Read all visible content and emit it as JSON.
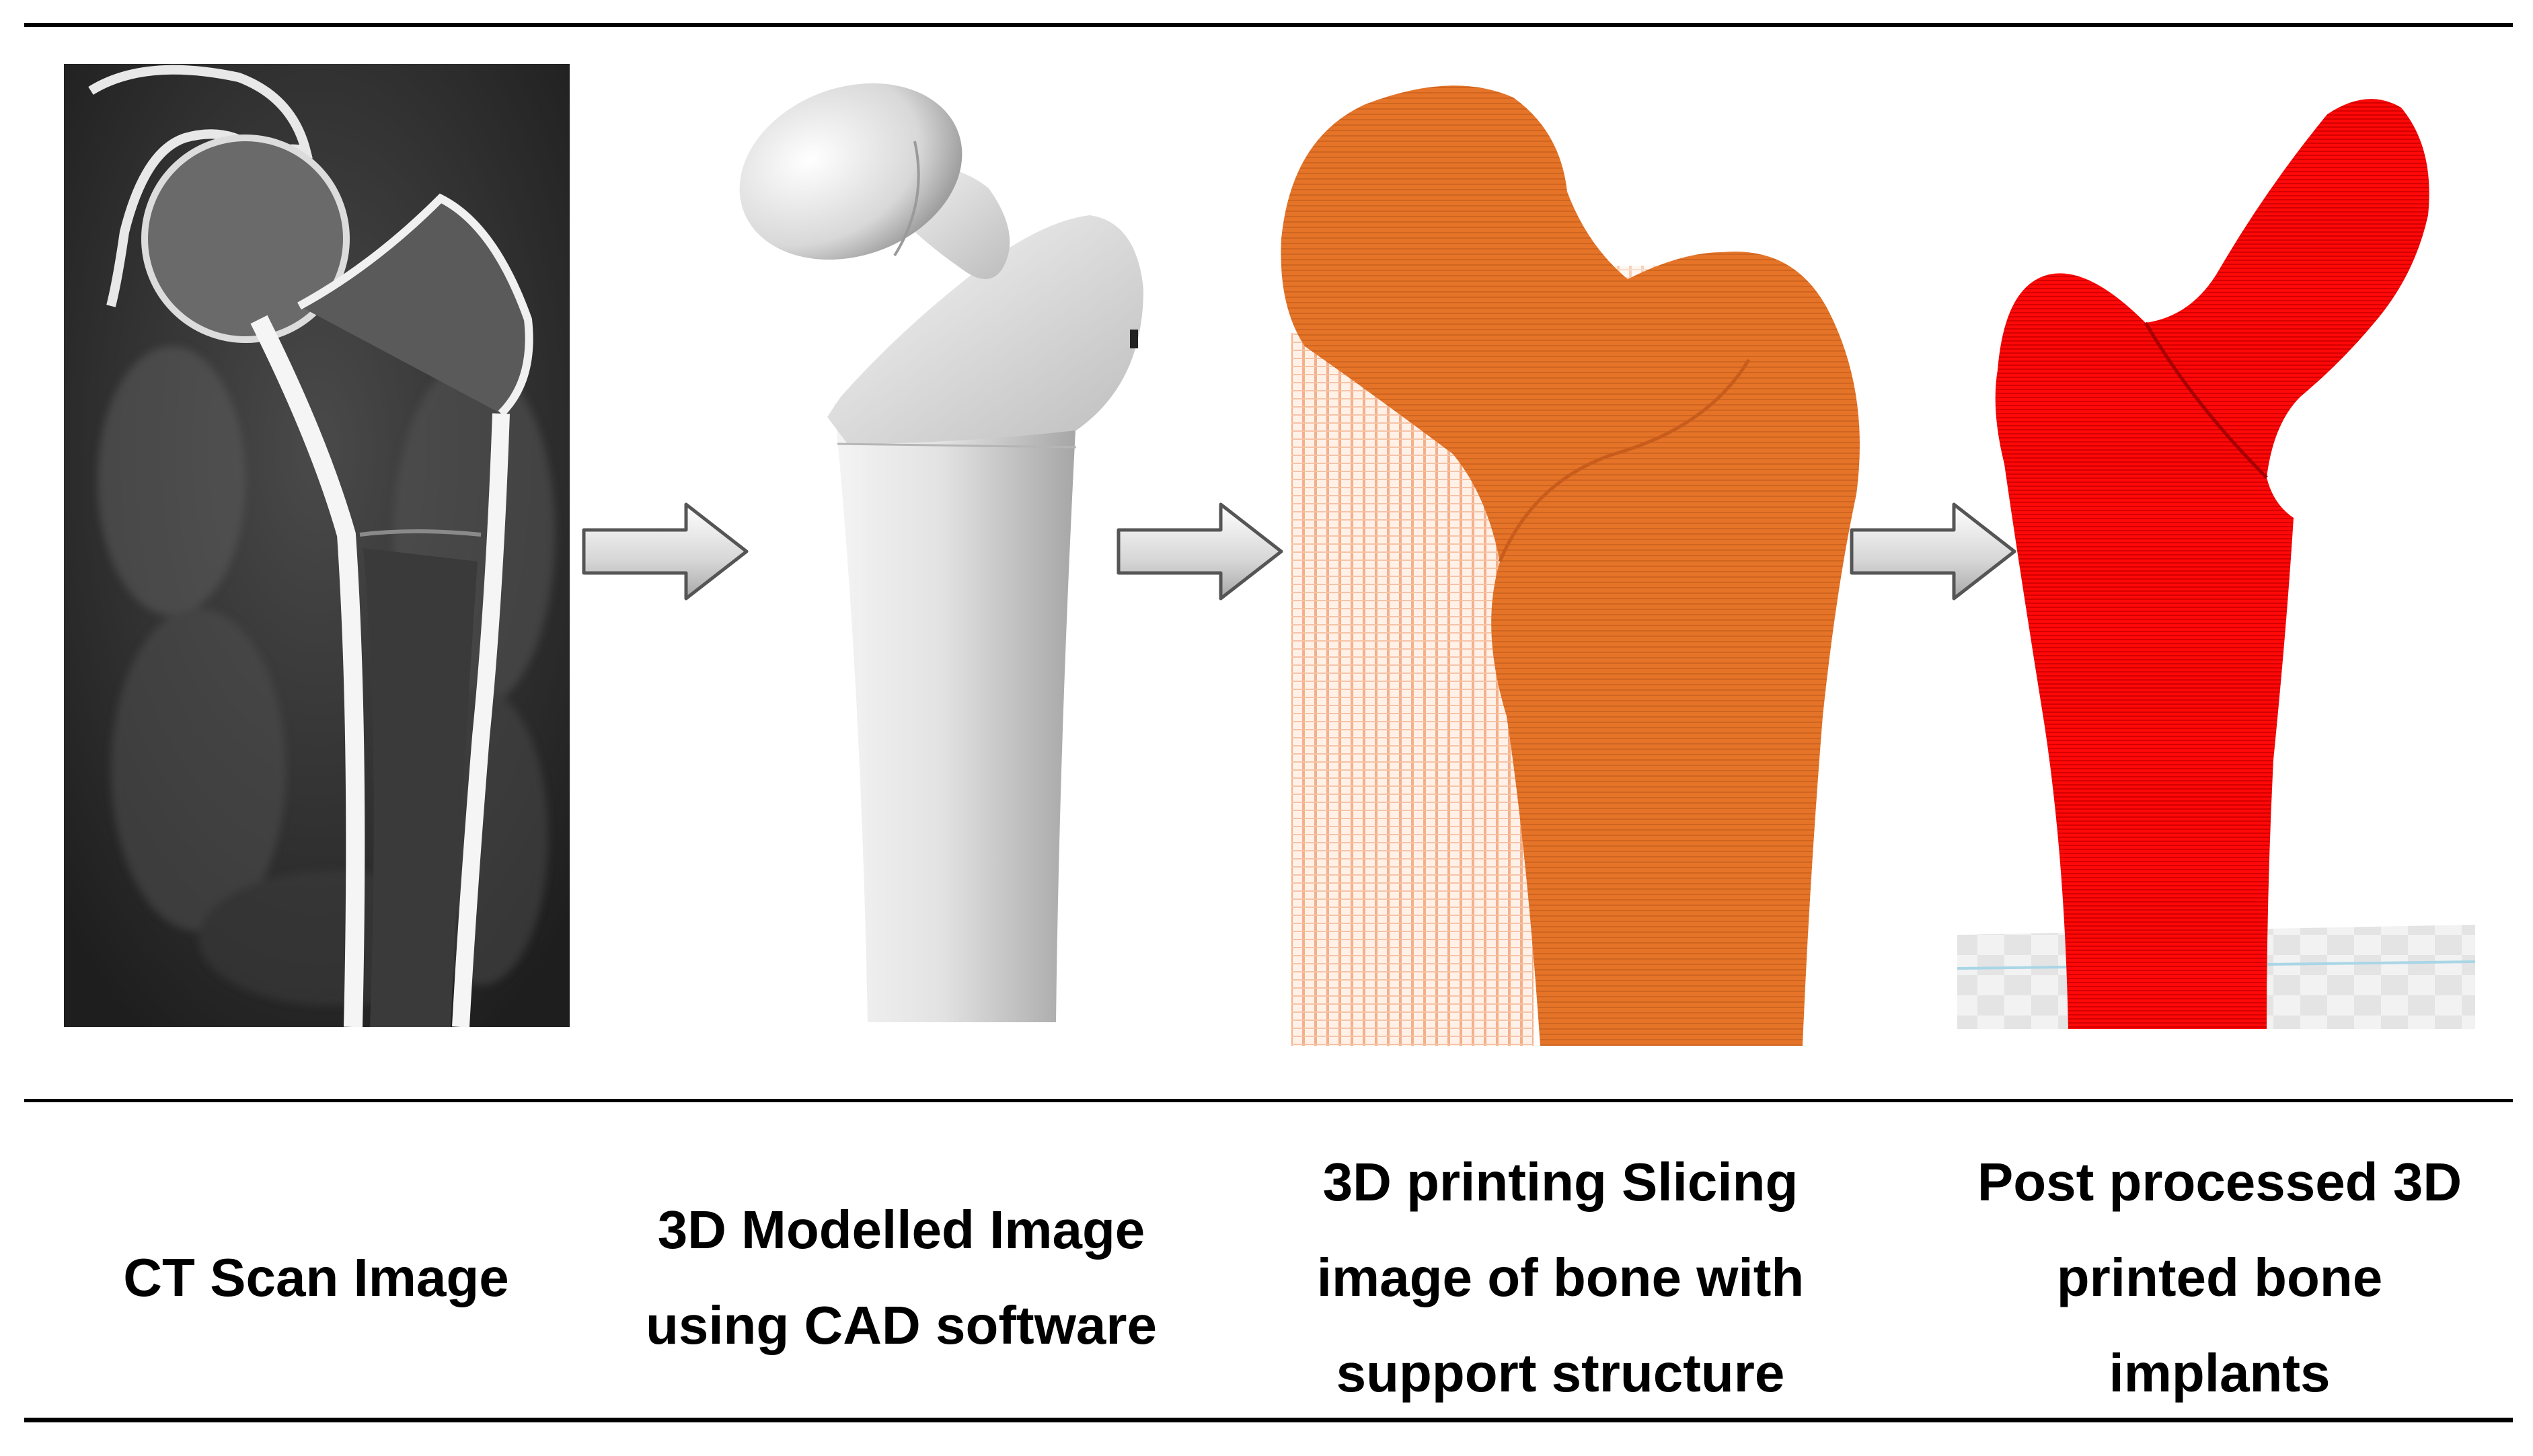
{
  "figure": {
    "steps": [
      {
        "id": "ct-scan",
        "caption": "CT Scan Image",
        "color": "#2b2b2b"
      },
      {
        "id": "cad-model",
        "caption": "3D Modelled Image\nusing CAD software",
        "color": "#d9d9d9"
      },
      {
        "id": "slicing",
        "caption": "3D printing Slicing\nimage of bone with\nsupport structure",
        "color": "#e8742a"
      },
      {
        "id": "post-processed",
        "caption": "Post processed 3D\nprinted bone\nimplants",
        "color": "#ff0000"
      }
    ],
    "arrow_color": "#d8d8d8"
  }
}
